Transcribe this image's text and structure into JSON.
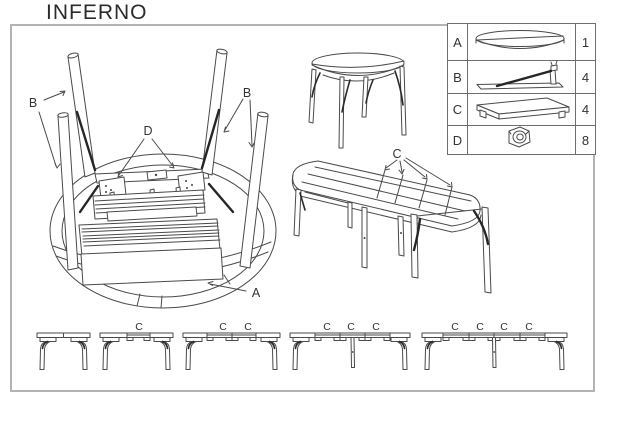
{
  "title": "INFERNO",
  "parts_table": {
    "rows": [
      {
        "letter": "A",
        "icon": "round-tabletop",
        "qty": "1"
      },
      {
        "letter": "B",
        "icon": "leg-with-brace",
        "qty": "4"
      },
      {
        "letter": "C",
        "icon": "extension-leaf",
        "qty": "4"
      },
      {
        "letter": "D",
        "icon": "lock-nut",
        "qty": "8"
      }
    ]
  },
  "labels": {
    "underside_b_left": "B",
    "underside_b_right": "B",
    "underside_d": "D",
    "underside_a": "A",
    "extended_c": "C"
  },
  "stages": [
    {
      "labels": []
    },
    {
      "labels": [
        "C"
      ]
    },
    {
      "labels": [
        "C",
        "C"
      ]
    },
    {
      "labels": [
        "C",
        "C",
        "C"
      ]
    },
    {
      "labels": [
        "C",
        "C",
        "C",
        "C"
      ]
    }
  ],
  "colors": {
    "line": "#4a4a4a",
    "dark": "#262626",
    "border": "#b3b3b3",
    "text": "#333333"
  }
}
